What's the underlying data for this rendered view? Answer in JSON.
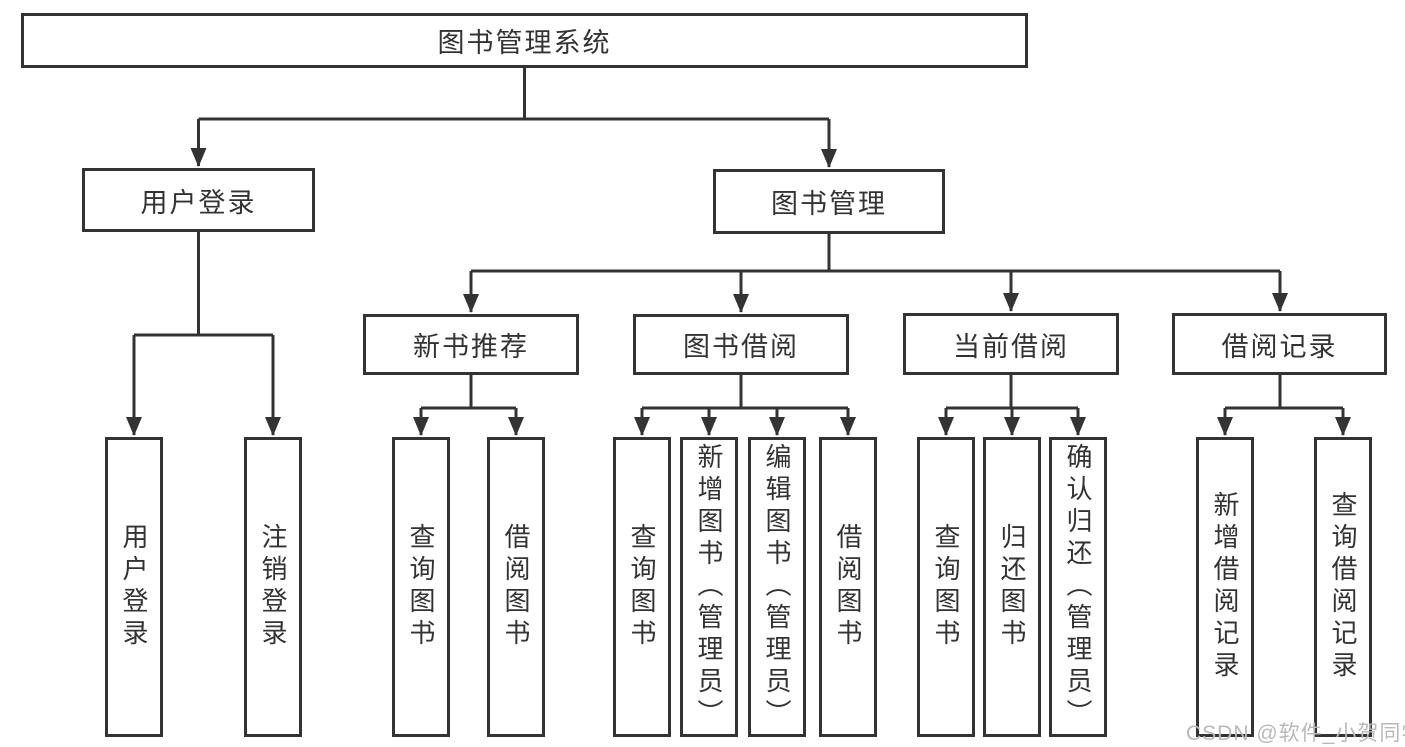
{
  "diagram": {
    "title": "图书管理系统",
    "nodes": {
      "root": "图书管理系统",
      "user_login": "用户登录",
      "book_management": "图书管理",
      "new_book_recommend": "新书推荐",
      "book_borrow": "图书借阅",
      "current_borrow": "当前借阅",
      "borrow_records": "借阅记录",
      "user_login_leaves": [
        "用户登录",
        "注销登录"
      ],
      "new_book_leaves": [
        "查询图书",
        "借阅图书"
      ],
      "book_borrow_leaves": [
        "查询图书",
        "新增图书（管理员）",
        "编辑图书（管理员）",
        "借阅图书"
      ],
      "current_borrow_leaves": [
        "查询图书",
        "归还图书",
        "确认归还（管理员）"
      ],
      "borrow_record_leaves": [
        "新增借阅记录",
        "查询借阅记录"
      ]
    },
    "watermark": "CSDN @软件_小贺同学",
    "colors": {
      "line": "#333333",
      "text": "#333333",
      "watermark": "#b9b9b9",
      "background": "#ffffff"
    }
  }
}
